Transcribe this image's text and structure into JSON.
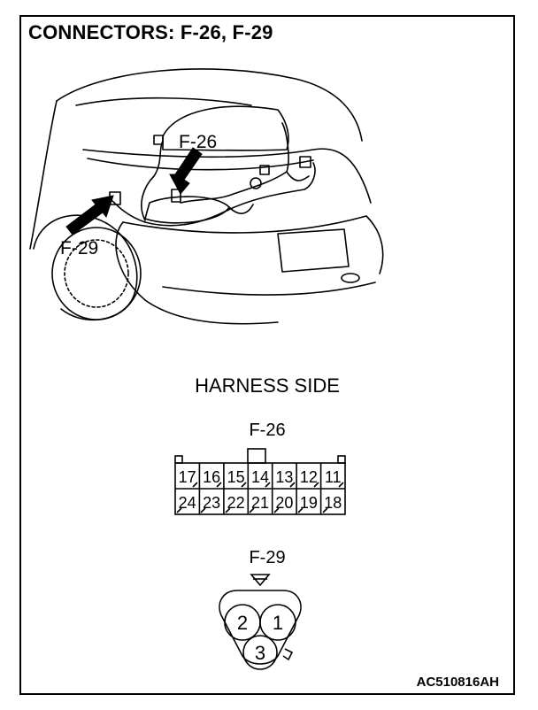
{
  "title": "CONNECTORS: F-26, F-29",
  "illustration": {
    "callout_f26": "F-26",
    "callout_f29": "F-29"
  },
  "harness_side_label": "HARNESS SIDE",
  "connector_f26": {
    "name": "F-26",
    "row1": [
      "17",
      "16",
      "15",
      "14",
      "13",
      "12",
      "11"
    ],
    "row2": [
      "24",
      "23",
      "22",
      "21",
      "20",
      "19",
      "18"
    ]
  },
  "connector_f29": {
    "name": "F-29",
    "pins": [
      "2",
      "1",
      "3"
    ]
  },
  "figure_code": "AC510816AH"
}
